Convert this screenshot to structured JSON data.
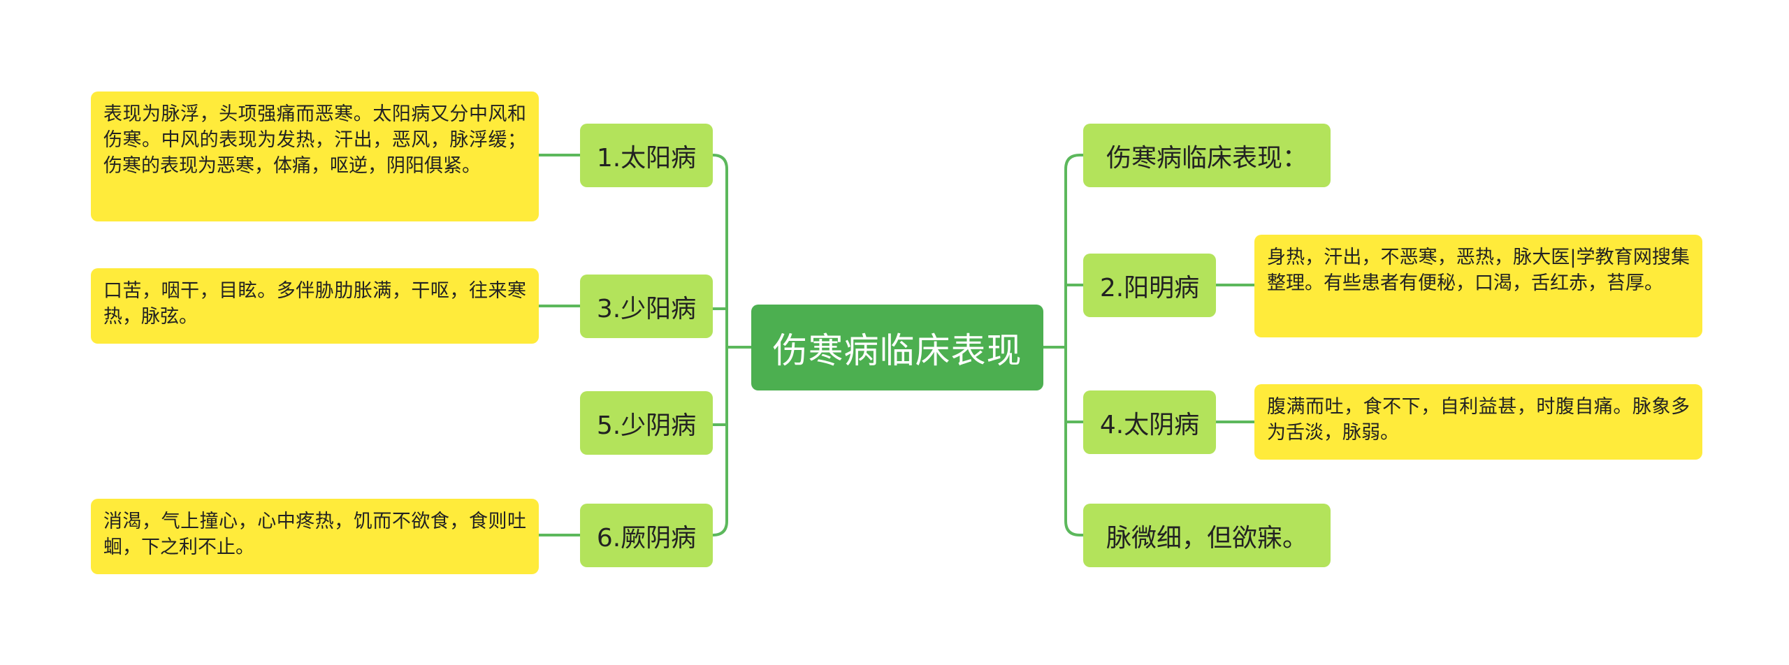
{
  "root": {
    "label": "伤寒病临床表现"
  },
  "left_branches": [
    {
      "label": "1.太阳病",
      "detail": "表现为脉浮，头项强痛而恶寒。太阳病又分中风和伤寒。中风的表现为发热，汗出，恶风，脉浮缓；伤寒的表现为恶寒，体痛，呕逆，阴阳俱紧。"
    },
    {
      "label": "3.少阳病",
      "detail": "口苦，咽干，目眩。多伴胁肋胀满，干呕，往来寒热，脉弦。"
    },
    {
      "label": "5.少阴病",
      "detail": ""
    },
    {
      "label": "6.厥阴病",
      "detail": "消渴，气上撞心，心中疼热，饥而不欲食，食则吐蛔，下之利不止。"
    }
  ],
  "right_branches": [
    {
      "label": "伤寒病临床表现：",
      "detail": ""
    },
    {
      "label": "2.阳明病",
      "detail": "身热，汗出，不恶寒，恶热，脉大医|学教育网搜集整理。有些患者有便秘，口渴，舌红赤，苔厚。"
    },
    {
      "label": "4.太阴病",
      "detail": "腹满而吐，食不下，自利益甚，时腹自痛。脉象多为舌淡，脉弱。"
    },
    {
      "label": "脉微细，但欲寐。",
      "detail": ""
    }
  ],
  "colors": {
    "root": "#4caf50",
    "branch": "#b3e35b",
    "leaf": "#ffeb3b",
    "connector": "#5cb85c"
  }
}
